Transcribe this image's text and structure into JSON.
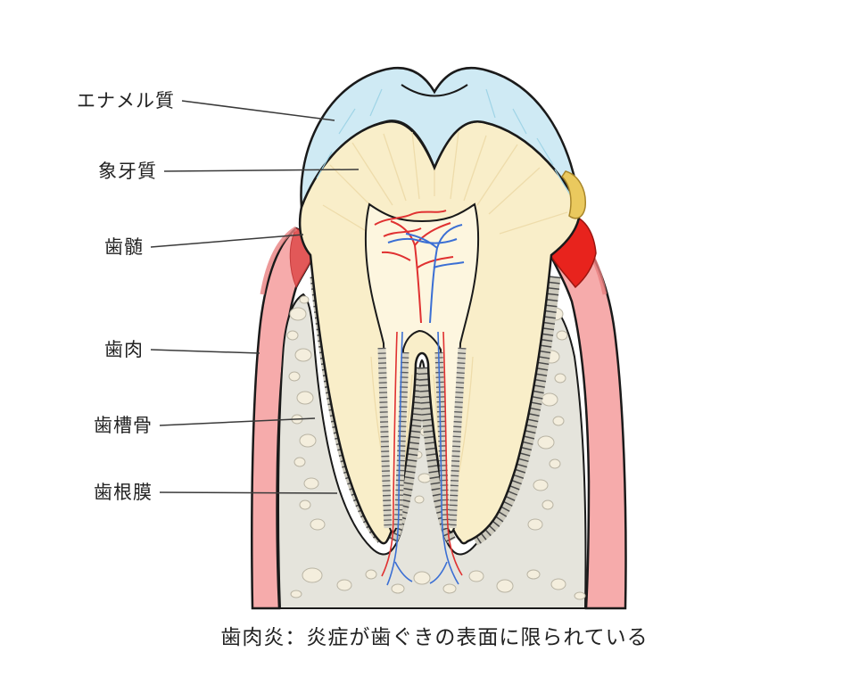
{
  "figure": {
    "caption": "歯肉炎：炎症が歯ぐきの表面に限られている",
    "labels": [
      {
        "id": "enamel",
        "text": "エナメル質"
      },
      {
        "id": "dentin",
        "text": "象牙質"
      },
      {
        "id": "pulp",
        "text": "歯髄"
      },
      {
        "id": "gingiva",
        "text": "歯肉"
      },
      {
        "id": "alveolar-bone",
        "text": "歯槽骨"
      },
      {
        "id": "periodontal-ligament",
        "text": "歯根膜"
      }
    ],
    "colors": {
      "enamel": "#cfeaf4",
      "dentin": "#f9eec9",
      "pulp": "#fdf6df",
      "gum": "#f6abab",
      "gum_crest": "#e05050",
      "inflamed": "#e8231d",
      "bone": "#e5e4dc",
      "bone_spot": "#f4eedd",
      "tartar": "#eac95e",
      "vessel_red": "#e03131",
      "vessel_blue": "#3b6fd4",
      "outline": "#1a1a1a"
    }
  }
}
